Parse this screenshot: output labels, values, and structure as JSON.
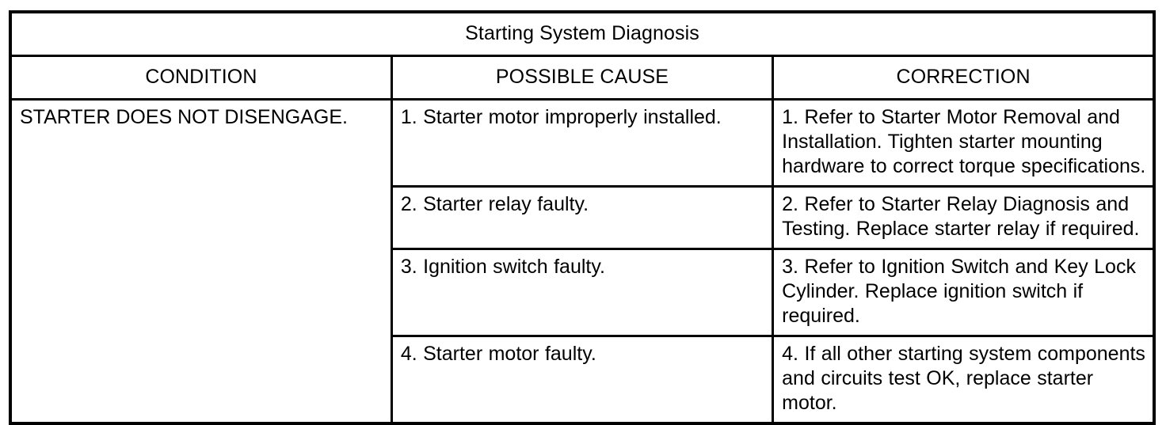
{
  "table": {
    "title": "Starting System Diagnosis",
    "columns": [
      {
        "key": "condition",
        "label": "CONDITION"
      },
      {
        "key": "cause",
        "label": "POSSIBLE CAUSE"
      },
      {
        "key": "correction",
        "label": "CORRECTION"
      }
    ],
    "condition": "STARTER DOES NOT DISENGAGE.",
    "rows": [
      {
        "number": "1.",
        "cause": "1. Starter motor improperly installed.",
        "correction": "1. Refer to Starter Motor Removal and Installation. Tighten starter mounting hardware to correct torque specifications."
      },
      {
        "number": "2.",
        "cause": "2. Starter relay faulty.",
        "correction": "2. Refer to Starter Relay Diagnosis and Testing. Replace starter relay if required."
      },
      {
        "number": "3.",
        "cause": "3. Ignition switch faulty.",
        "correction": "3. Refer to Ignition Switch and Key Lock Cylinder. Replace ignition switch if required."
      },
      {
        "number": "4.",
        "cause": "4. Starter motor faulty.",
        "correction": "4. If all other starting system components and circuits test OK, replace starter motor."
      }
    ]
  },
  "colors": {
    "border": "#000000",
    "background": "#ffffff",
    "text": "#000000"
  }
}
